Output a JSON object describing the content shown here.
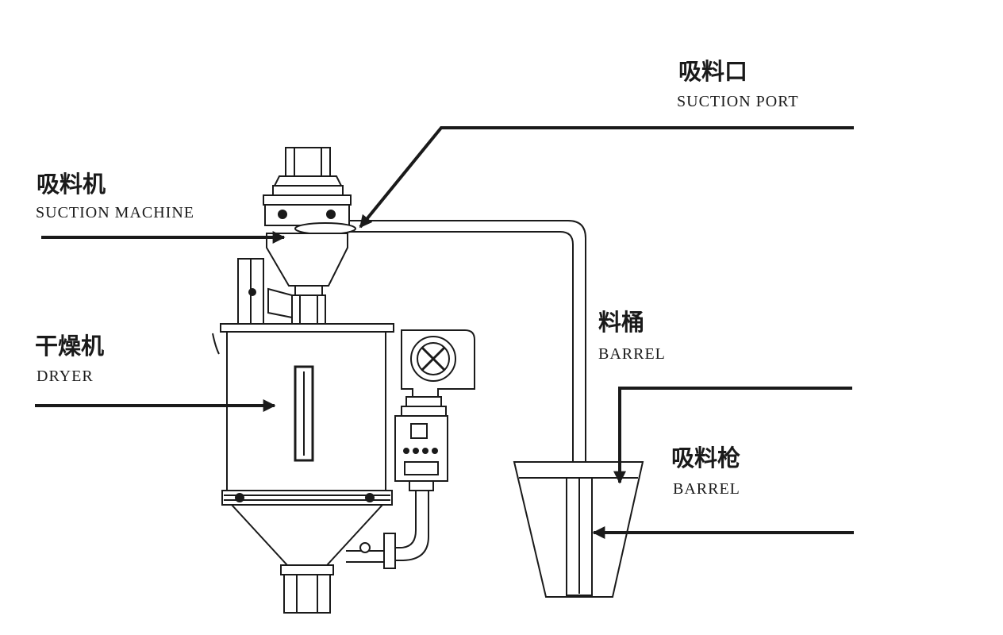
{
  "labels": {
    "suction_port": {
      "zh": "吸料口",
      "en": "SUCTION PORT"
    },
    "suction_machine": {
      "zh": "吸料机",
      "en": "SUCTION MACHINE"
    },
    "dryer": {
      "zh": "干燥机",
      "en": "DRYER"
    },
    "barrel": {
      "zh": "料桶",
      "en": "BARREL"
    },
    "suction_gun": {
      "zh": "吸料枪",
      "en": "BARREL"
    }
  },
  "colors": {
    "line": "#1a1a1a",
    "background": "#ffffff"
  }
}
